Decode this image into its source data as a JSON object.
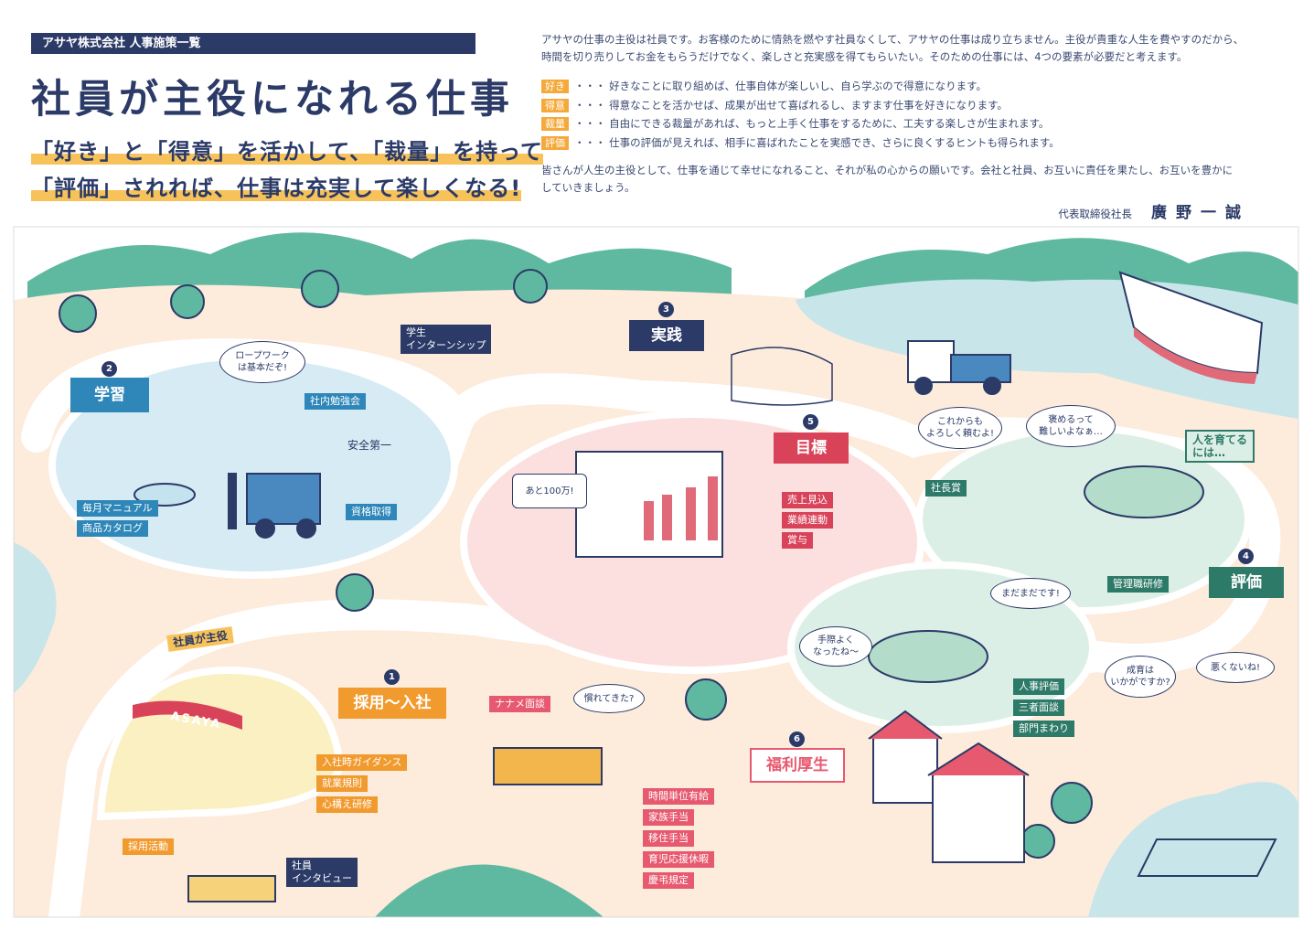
{
  "header": {
    "company": "アサヤ株式会社 人事施策一覧",
    "title": "社員が主役になれる仕事",
    "subtitle_line1": "「好き」と「得意」を活かして、「裁量」を持って",
    "subtitle_line2": "「評価」されれば、仕事は充実して楽しくなる!"
  },
  "message": {
    "intro1": "アサヤの仕事の主役は社員です。お客様のために情熱を燃やす社員なくして、アサヤの仕事は成り立ちません。主役が貴重な人生を費やすのだから、",
    "intro2": "時間を切り売りしてお金をもらうだけでなく、楽しさと充実感を得てもらいたい。そのための仕事には、4つの要素が必要だと考えます。",
    "elements": [
      {
        "key": "好き",
        "text": "・・・ 好きなことに取り組めば、仕事自体が楽しいし、自ら学ぶので得意になります。"
      },
      {
        "key": "得意",
        "text": "・・・ 得意なことを活かせば、成果が出せて喜ばれるし、ますます仕事を好きになります。"
      },
      {
        "key": "裁量",
        "text": "・・・ 自由にできる裁量があれば、もっと上手く仕事をするために、工夫する楽しさが生まれます。"
      },
      {
        "key": "評価",
        "text": "・・・ 仕事の評価が見えれば、相手に喜ばれたことを実感でき、さらに良くするヒントも得られます。"
      }
    ],
    "closing1": "皆さんが人生の主役として、仕事を通じて幸せになれること、それが私の心からの願いです。会社と社員、お互いに責任を果たし、お互いを豊かに",
    "closing2": "していきましょう。",
    "role": "代表取締役社長",
    "name": "廣野一誠"
  },
  "map": {
    "sections": [
      {
        "num": "1",
        "title": "採用〜入社"
      },
      {
        "num": "2",
        "title": "学習"
      },
      {
        "num": "3",
        "title": "実践"
      },
      {
        "num": "4",
        "title": "評価"
      },
      {
        "num": "5",
        "title": "目標"
      },
      {
        "num": "6",
        "title": "福利厚生"
      }
    ],
    "tags": {
      "learning": [
        "社内勉強会",
        "資格取得",
        "毎月マニュアル",
        "商品カタログ"
      ],
      "internship": "学生\nインターンシップ",
      "goal": [
        "売上見込",
        "業績連動",
        "賞与"
      ],
      "eval": [
        "社長賞",
        "管理職研修",
        "人事評価",
        "三者面談",
        "部門まわり"
      ],
      "recruit": [
        "入社時ガイダンス",
        "就業規則",
        "心構え研修",
        "採用活動",
        "社員\nインタビュー"
      ],
      "welfare_top": "ナナメ面談",
      "welfare": [
        "時間単位有給",
        "家族手当",
        "移住手当",
        "育児応援休暇",
        "慶弔規定"
      ]
    },
    "bubbles": {
      "rope": "ロープワーク\nは基本だぞ!",
      "safety": "安全第一",
      "goal100": "あと100万!",
      "thanks": "これからも\nよろしく頼むよ!",
      "praise": "褒めるって\n難しいよなぁ…",
      "grow": "人を育てる\nには…",
      "notyet": "まだまだです!",
      "skill": "手際よく\nなったね〜",
      "tired": "慣れてきた?",
      "growth": "成育は\nいかがですか?",
      "good": "悪くないね!",
      "lead": "社員が主役",
      "asaya": "ASAYA"
    },
    "colors": {
      "navy": "#2b3a67",
      "learning": "#d6ebf4",
      "goal": "#fbe0df",
      "eval": "#dcefe6",
      "recruit": "#faf0c2",
      "mountain": "#5fb8a0",
      "sea": "#c8e6ea",
      "ground": "#fdebdc"
    }
  }
}
